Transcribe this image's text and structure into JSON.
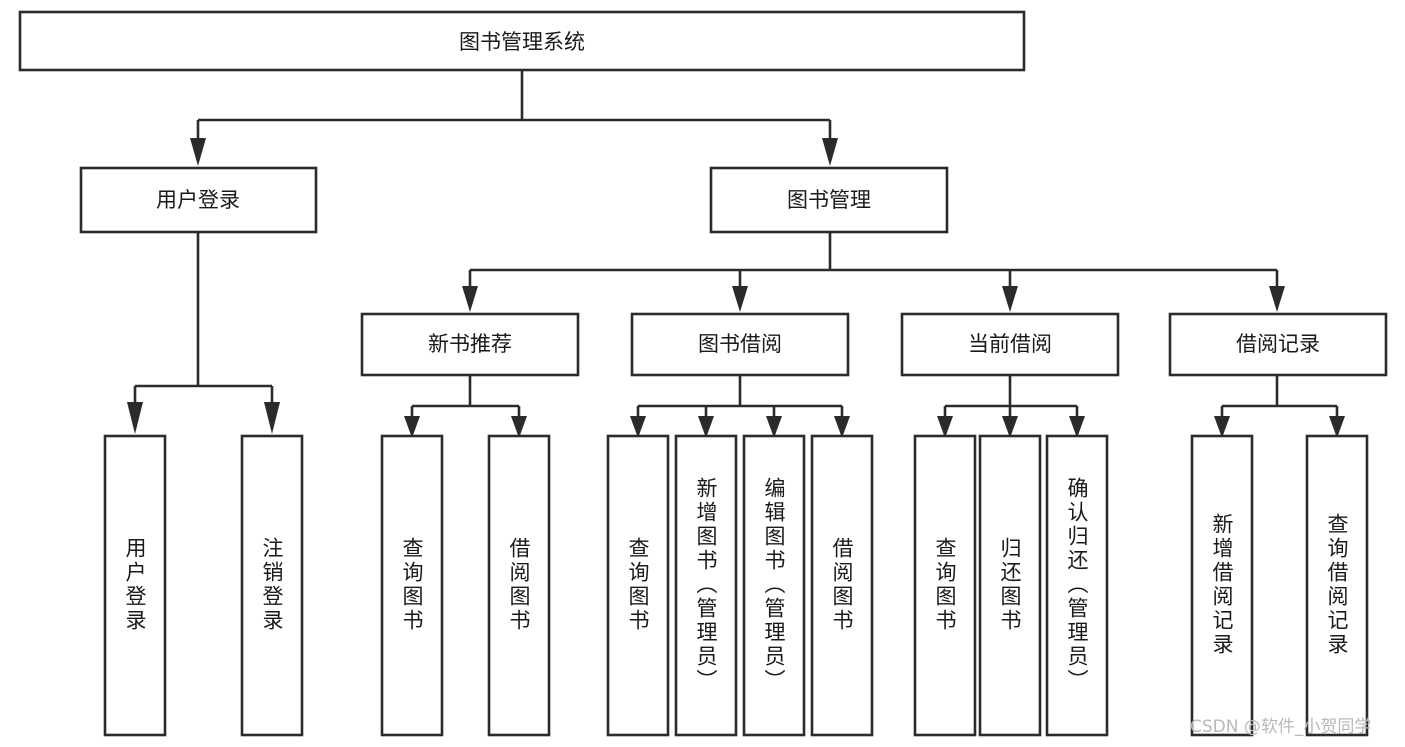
{
  "diagram": {
    "title": "图书管理系统",
    "type": "tree-hierarchy-chart",
    "orientation": "top-down",
    "colors": {
      "box_fill": "#ffffff",
      "box_stroke": "#2b2b2b",
      "text": "#1a1a1a",
      "background": "#ffffff",
      "watermark": "#b9b9b9"
    },
    "root": {
      "label": "图书管理系统"
    },
    "level1": [
      {
        "label": "用户登录"
      },
      {
        "label": "图书管理"
      }
    ],
    "level2": [
      {
        "label": "新书推荐"
      },
      {
        "label": "图书借阅"
      },
      {
        "label": "当前借阅"
      },
      {
        "label": "借阅记录"
      }
    ],
    "leaves": {
      "user_login": [
        {
          "label": "用户登录"
        },
        {
          "label": "注销登录"
        }
      ],
      "new_book_recommend": [
        {
          "label": "查询图书"
        },
        {
          "label": "借阅图书"
        }
      ],
      "book_borrow": [
        {
          "label": "查询图书"
        },
        {
          "label": "新增图书（管理员）"
        },
        {
          "label": "编辑图书（管理员）"
        },
        {
          "label": "借阅图书"
        }
      ],
      "current_borrow": [
        {
          "label": "查询图书"
        },
        {
          "label": "归还图书"
        },
        {
          "label": "确认归还（管理员）"
        }
      ],
      "borrow_record": [
        {
          "label": "新增借阅记录"
        },
        {
          "label": "查询借阅记录"
        }
      ]
    }
  },
  "watermark": {
    "text": "CSDN @软件_小贺同学"
  }
}
